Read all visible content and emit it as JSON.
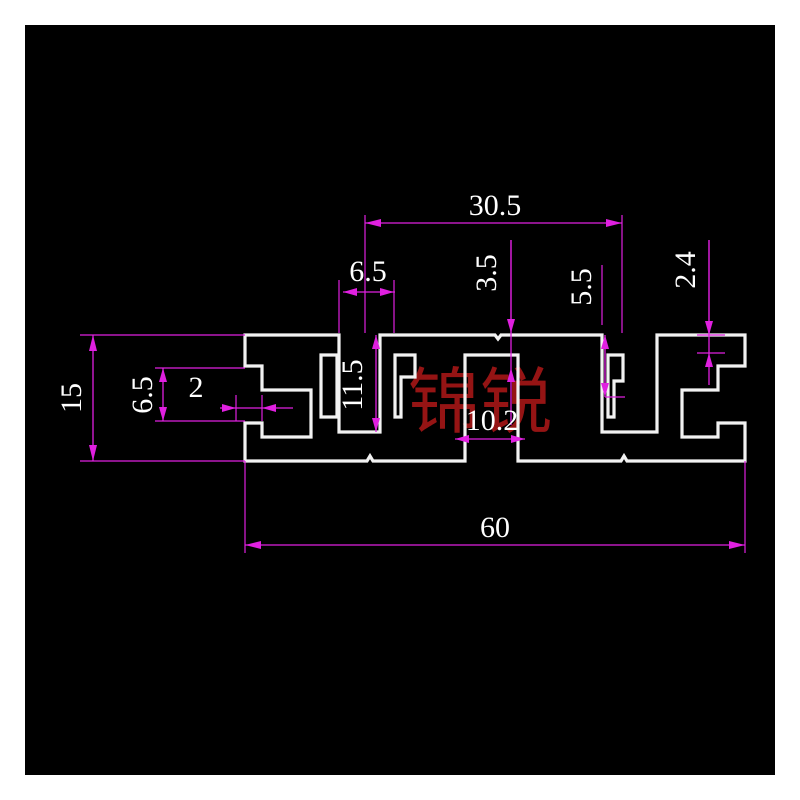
{
  "colors": {
    "background": "#000000",
    "frame": "#ffffff",
    "dimension": "#e020e0",
    "profile": "#f2f2f2",
    "text": "#ffffff",
    "watermark": "#b01818"
  },
  "dimensions": {
    "overall_width": "60",
    "overall_height": "15",
    "top_span": "30.5",
    "slot_opening": "6.5",
    "slot_depth": "11.5",
    "left_slot_height": "6.5",
    "left_lip": "2",
    "top_groove": "3.5",
    "right_slot_depth": "5.5",
    "wall_thickness": "2.4",
    "center_channel": "10.2"
  },
  "watermark": "锦锐"
}
